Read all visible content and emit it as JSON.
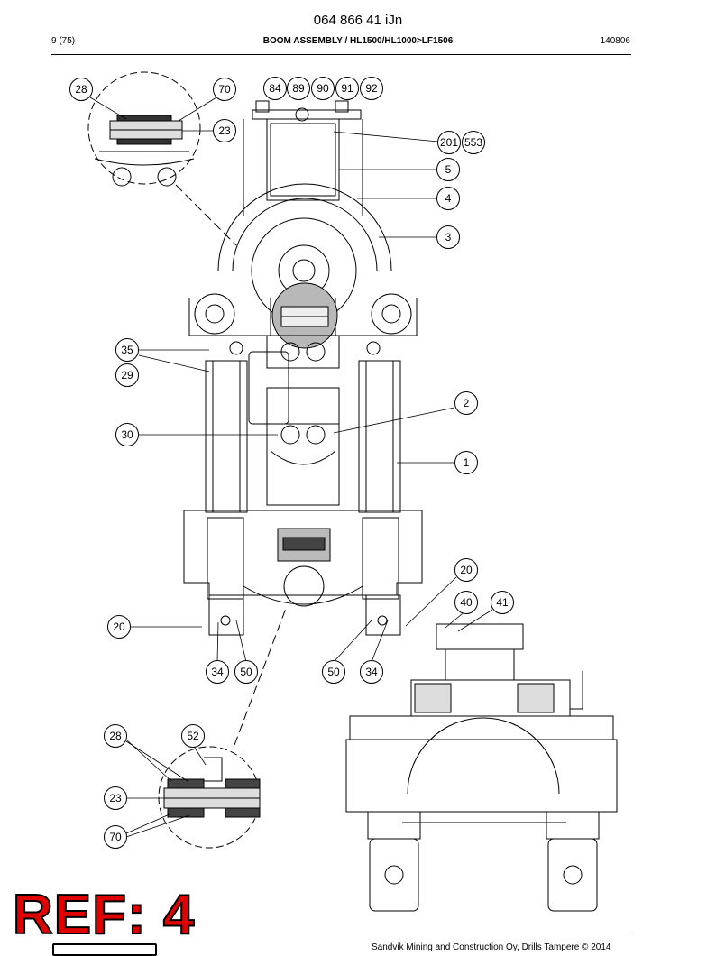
{
  "doc_title": "064 866 41 iJn",
  "header": {
    "page": "9 (75)",
    "title": "BOOM ASSEMBLY / HL1500/HL1000>LF1506",
    "code": "140806"
  },
  "callouts": {
    "c28a": "28",
    "c70a": "70",
    "c23a": "23",
    "c84": "84",
    "c89": "89",
    "c90": "90",
    "c91": "91",
    "c92": "92",
    "c201": "201",
    "c553": "553",
    "c5": "5",
    "c4": "4",
    "c3": "3",
    "c35": "35",
    "c29": "29",
    "c2": "2",
    "c30": "30",
    "c1": "1",
    "c20a": "20",
    "c20b": "20",
    "c40": "40",
    "c41": "41",
    "c34a": "34",
    "c50a": "50",
    "c50b": "50",
    "c34b": "34",
    "c28b": "28",
    "c52": "52",
    "c23b": "23",
    "c70b": "70"
  },
  "stamp": "REF: 4",
  "footer": "Sandvik Mining and Construction Oy, Drills Tampere © 2014"
}
